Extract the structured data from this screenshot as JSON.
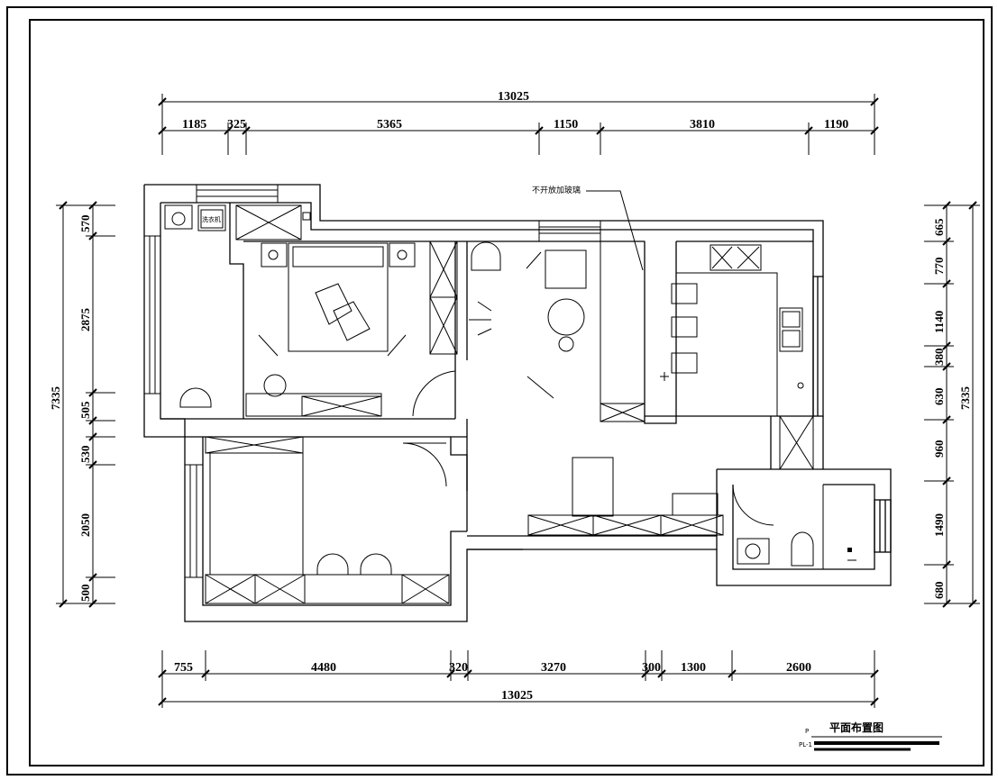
{
  "drawing": {
    "title": "平面布置图",
    "code": "PL-1",
    "code_prefix": "P",
    "note": "不开放加玻璃",
    "appliance_label": "洗衣机"
  },
  "dimensions": {
    "top_total": "13025",
    "top_segments": [
      "1185",
      "325",
      "5365",
      "1150",
      "3810",
      "1190"
    ],
    "bottom_total": "13025",
    "bottom_segments": [
      "755",
      "4480",
      "320",
      "3270",
      "300",
      "1300",
      "2600"
    ],
    "left_total": "7335",
    "left_segments": [
      "570",
      "2875",
      "505",
      "530",
      "2050",
      "500"
    ],
    "right_total": "7335",
    "right_segments": [
      "665",
      "770",
      "1140",
      "380",
      "630",
      "960",
      "1490",
      "680"
    ]
  }
}
